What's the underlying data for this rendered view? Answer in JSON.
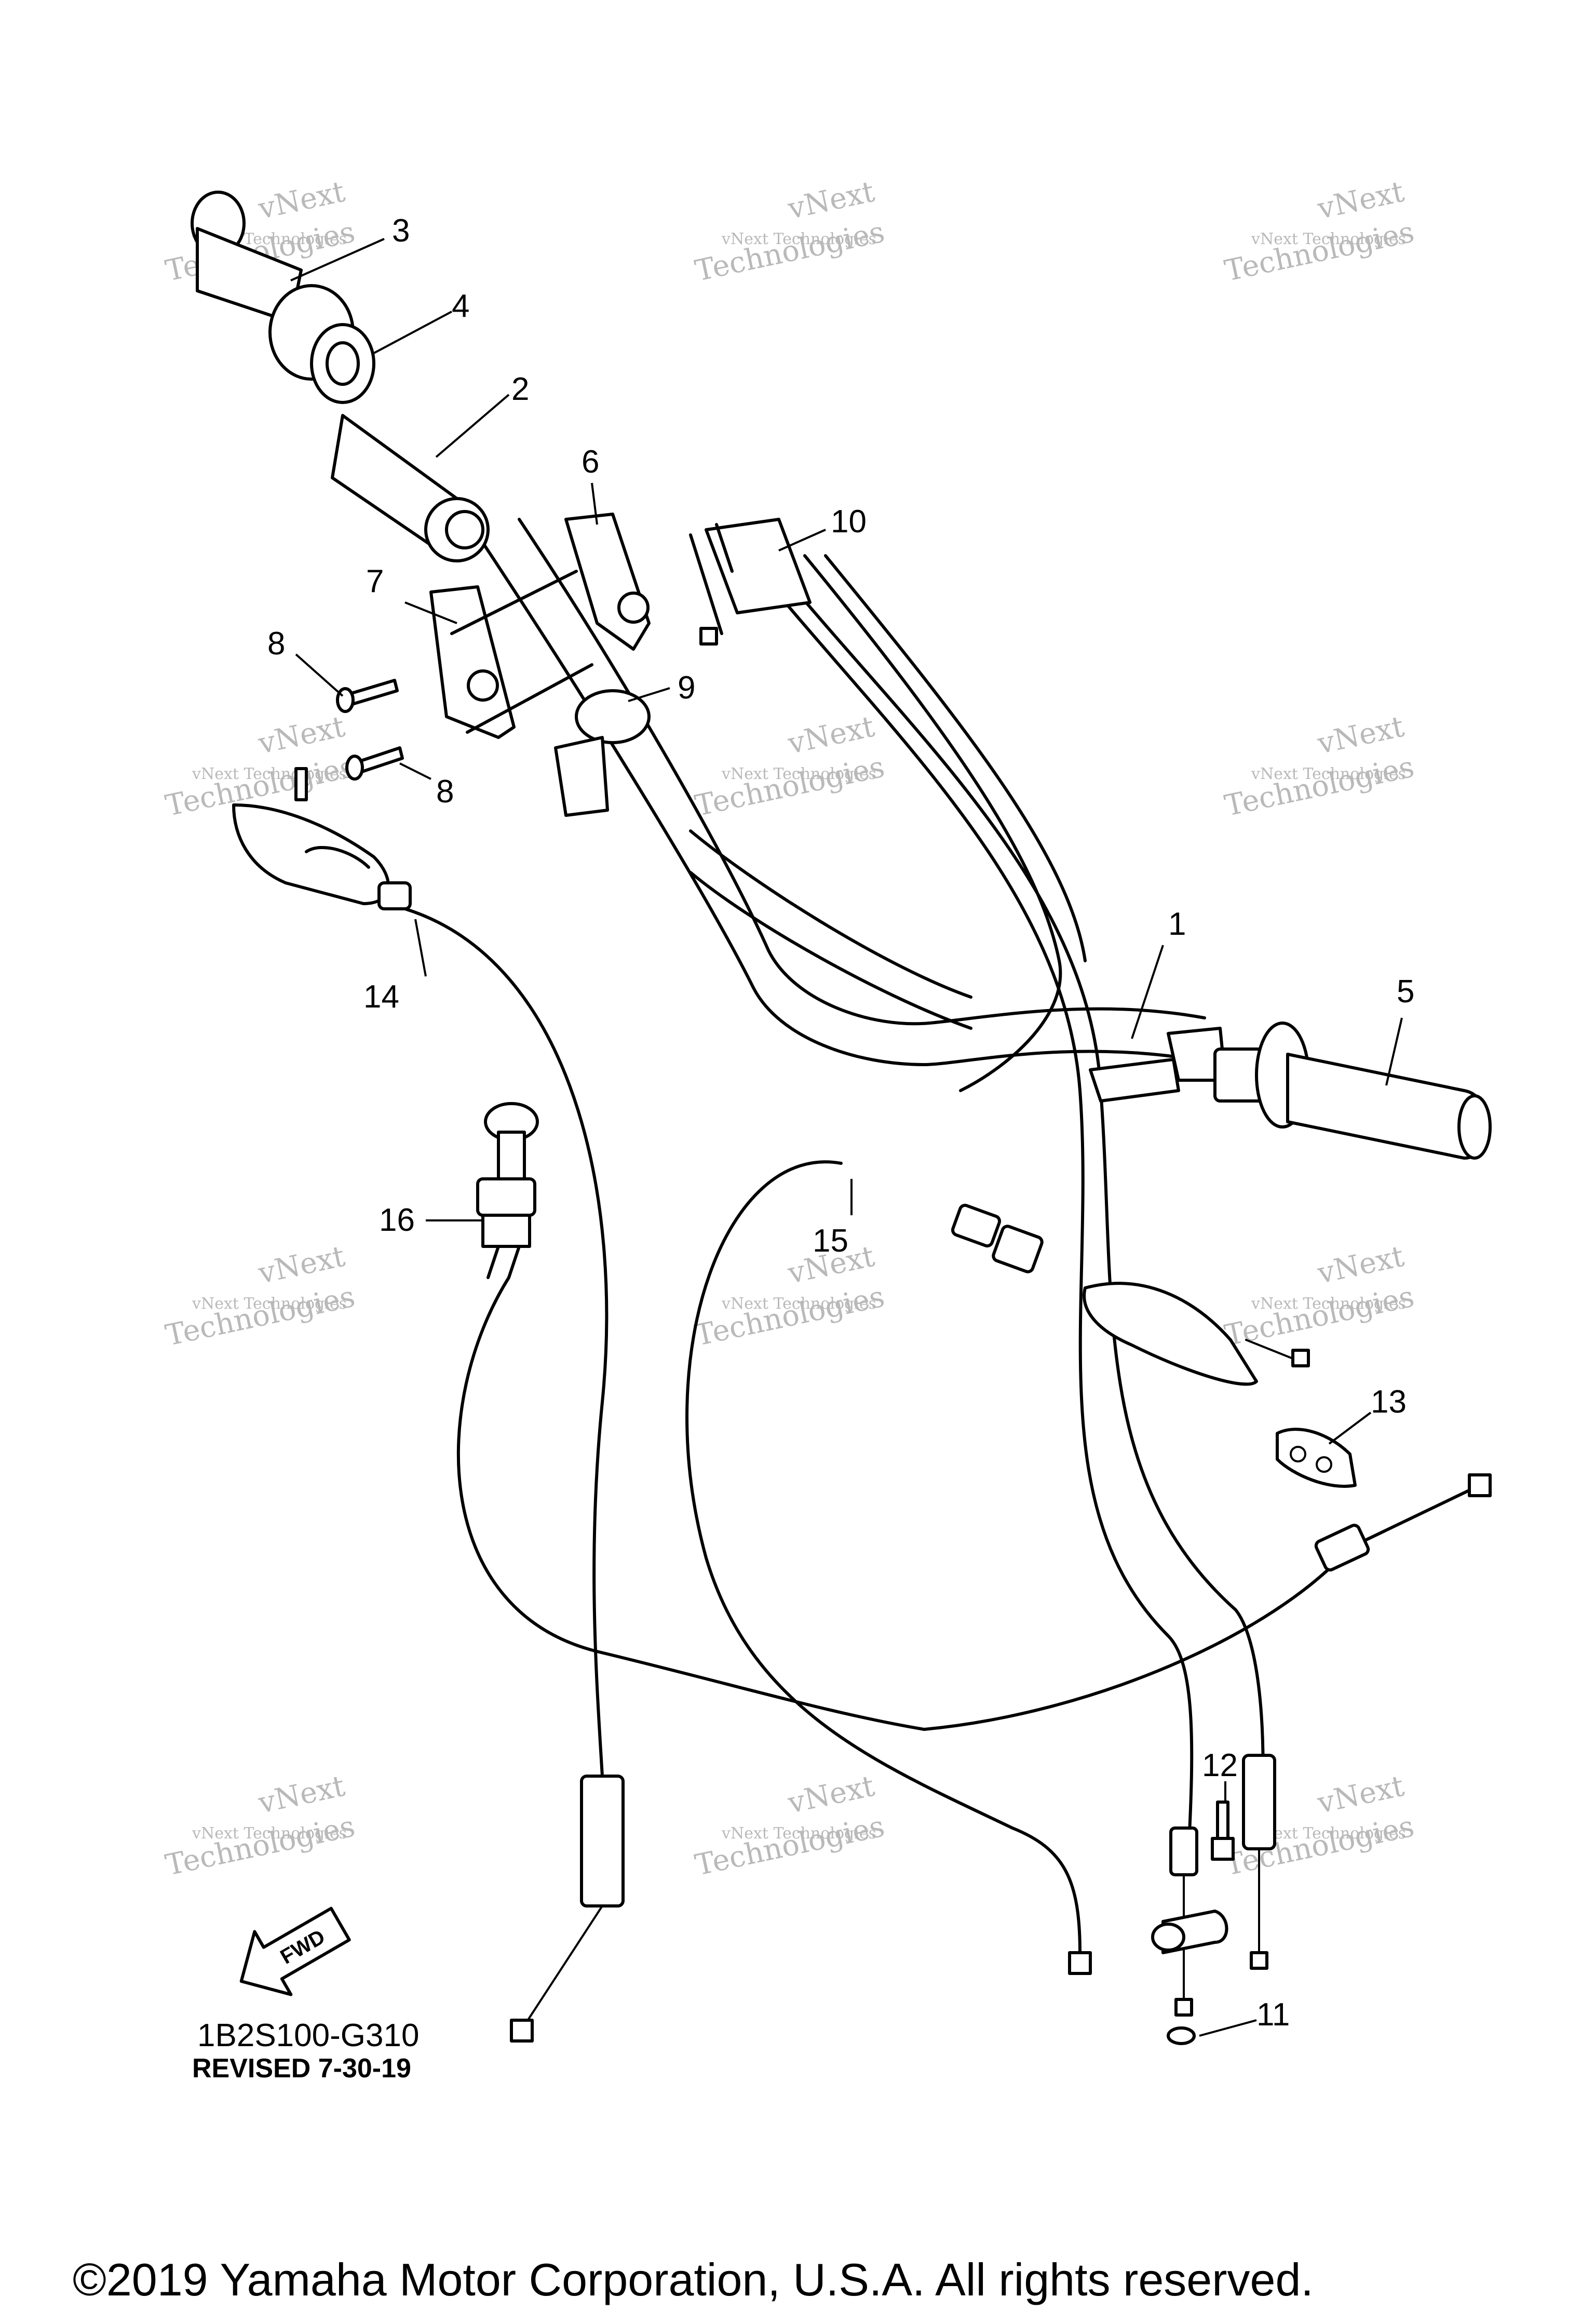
{
  "callouts": [
    "1",
    "2",
    "3",
    "4",
    "5",
    "6",
    "7",
    "8",
    "8",
    "9",
    "10",
    "11",
    "12",
    "13",
    "14",
    "15",
    "16"
  ],
  "watermark": {
    "line1": "vNext",
    "line2": "Technologies",
    "small": "vNext Technologies"
  },
  "direction_label": "FWD",
  "diagram_code": "1B2S100-G310",
  "revision": "REVISED 7-30-19",
  "copyright": "©2019 Yamaha Motor Corporation, U.S.A. All rights reserved.",
  "colors": {
    "ink": "#000000",
    "watermark": "#b9b9b9",
    "background": "#ffffff"
  }
}
